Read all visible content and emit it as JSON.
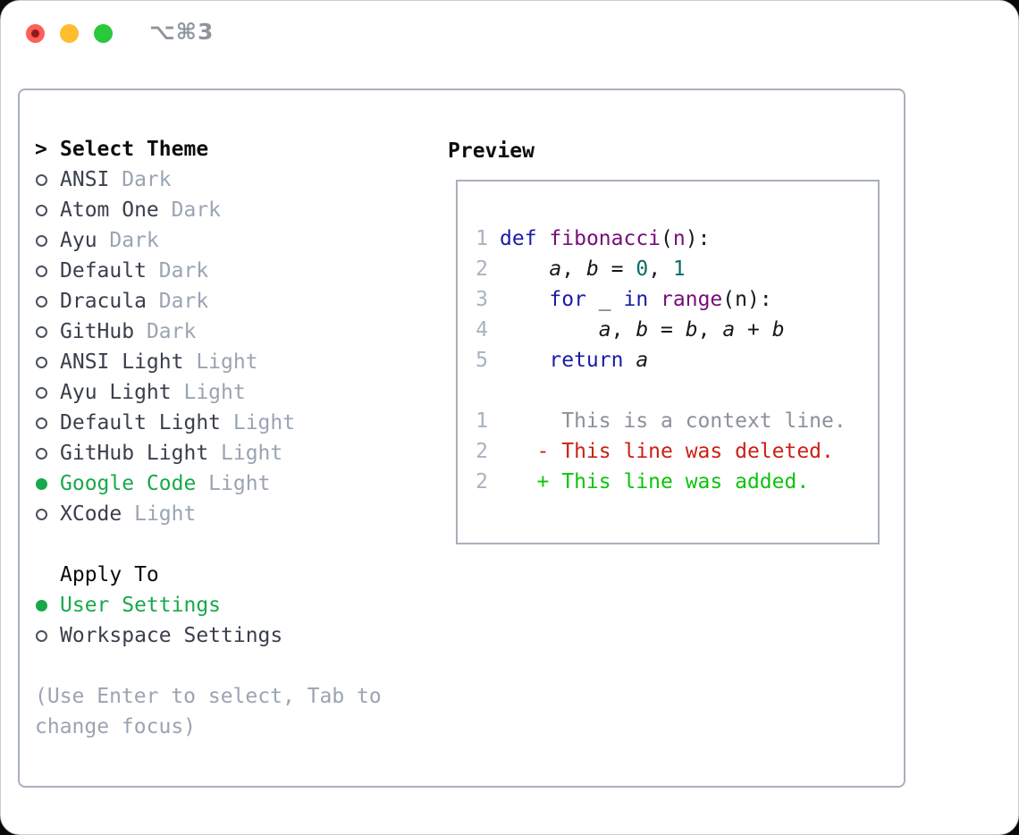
{
  "window": {
    "title": "⌥⌘3",
    "traffic_lights": [
      "close",
      "minimize",
      "zoom"
    ]
  },
  "theme_selector": {
    "heading_marker": ">",
    "heading": "Select Theme",
    "themes": [
      {
        "name": "ANSI",
        "variant": "Dark",
        "selected": false
      },
      {
        "name": "Atom One",
        "variant": "Dark",
        "selected": false
      },
      {
        "name": "Ayu",
        "variant": "Dark",
        "selected": false
      },
      {
        "name": "Default",
        "variant": "Dark",
        "selected": false
      },
      {
        "name": "Dracula",
        "variant": "Dark",
        "selected": false
      },
      {
        "name": "GitHub",
        "variant": "Dark",
        "selected": false
      },
      {
        "name": "ANSI Light",
        "variant": "Light",
        "selected": false
      },
      {
        "name": "Ayu Light",
        "variant": "Light",
        "selected": false
      },
      {
        "name": "Default Light",
        "variant": "Light",
        "selected": false
      },
      {
        "name": "GitHub Light",
        "variant": "Light",
        "selected": false
      },
      {
        "name": "Google Code",
        "variant": "Light",
        "selected": true
      },
      {
        "name": "XCode",
        "variant": "Light",
        "selected": false
      }
    ],
    "apply_to": {
      "heading": "Apply To",
      "options": [
        {
          "label": "User Settings",
          "selected": true
        },
        {
          "label": "Workspace Settings",
          "selected": false
        }
      ]
    },
    "hint_line1": "(Use Enter to select, Tab to",
    "hint_line2": "change focus)"
  },
  "preview": {
    "heading": "Preview",
    "code_lines": [
      {
        "no": "1",
        "tokens": [
          {
            "t": "kwd",
            "s": "def"
          },
          {
            "t": "pln",
            "s": " "
          },
          {
            "t": "typ",
            "s": "fibonacci"
          },
          {
            "t": "pln",
            "s": "("
          },
          {
            "t": "typ",
            "s": "n"
          },
          {
            "t": "pln",
            "s": "):"
          }
        ]
      },
      {
        "no": "2",
        "tokens": [
          {
            "t": "pln",
            "s": "    "
          },
          {
            "t": "var",
            "s": "a"
          },
          {
            "t": "pln",
            "s": ", "
          },
          {
            "t": "var",
            "s": "b"
          },
          {
            "t": "pln",
            "s": " = "
          },
          {
            "t": "lit",
            "s": "0"
          },
          {
            "t": "pln",
            "s": ", "
          },
          {
            "t": "lit",
            "s": "1"
          }
        ]
      },
      {
        "no": "3",
        "tokens": [
          {
            "t": "pln",
            "s": "    "
          },
          {
            "t": "kwd",
            "s": "for"
          },
          {
            "t": "pln",
            "s": " _ "
          },
          {
            "t": "kwd",
            "s": "in"
          },
          {
            "t": "pln",
            "s": " "
          },
          {
            "t": "typ",
            "s": "range"
          },
          {
            "t": "pln",
            "s": "(n):"
          }
        ]
      },
      {
        "no": "4",
        "tokens": [
          {
            "t": "pln",
            "s": "        "
          },
          {
            "t": "var",
            "s": "a"
          },
          {
            "t": "pln",
            "s": ", "
          },
          {
            "t": "var",
            "s": "b"
          },
          {
            "t": "pln",
            "s": " = "
          },
          {
            "t": "var",
            "s": "b"
          },
          {
            "t": "pln",
            "s": ", "
          },
          {
            "t": "var",
            "s": "a"
          },
          {
            "t": "pln",
            "s": " + "
          },
          {
            "t": "var",
            "s": "b"
          }
        ]
      },
      {
        "no": "5",
        "tokens": [
          {
            "t": "pln",
            "s": "    "
          },
          {
            "t": "kwd",
            "s": "return"
          },
          {
            "t": "pln",
            "s": " "
          },
          {
            "t": "var",
            "s": "a"
          }
        ]
      },
      {
        "no": "",
        "tokens": []
      },
      {
        "no": "1",
        "tokens": [
          {
            "t": "ctx",
            "s": "     This is a context line."
          }
        ]
      },
      {
        "no": "2",
        "tokens": [
          {
            "t": "del",
            "s": "   - This line was deleted."
          }
        ]
      },
      {
        "no": "2",
        "tokens": [
          {
            "t": "add",
            "s": "   + This line was added."
          }
        ]
      }
    ]
  },
  "colors": {
    "accent_green": "#17a94b",
    "kwd": "#1a1ca6",
    "typ": "#770d77",
    "lit": "#0c6a6a",
    "pln": "#16181c",
    "ctx": "#8b9099",
    "del": "#cc2015",
    "add": "#0cc40c",
    "lineno": "#a9b2bf",
    "muted": "#9aa4b2",
    "text_dark": "#3a404b",
    "heading": "#0b0d10",
    "border": "#a8b0ba",
    "window_border": "#c9ccd2",
    "title": "#8f959e",
    "light_red": "#ff5f57",
    "light_yellow": "#febc2e",
    "light_green": "#2ac83d"
  }
}
